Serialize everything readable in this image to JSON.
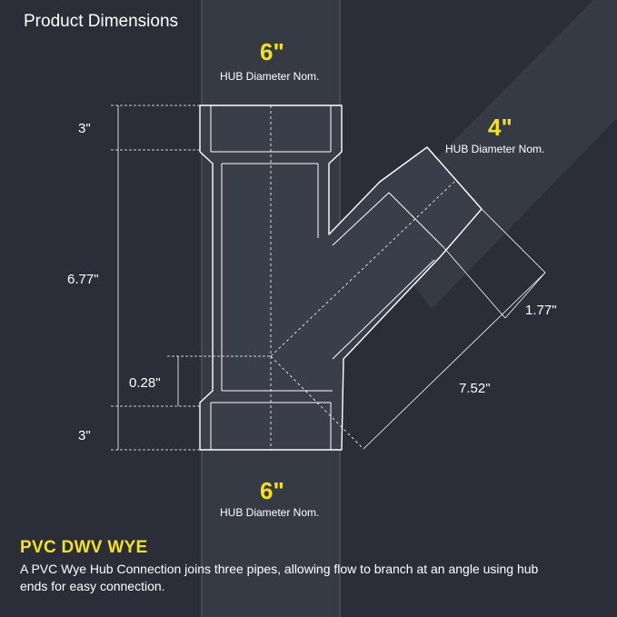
{
  "header": {
    "title": "Product Dimensions"
  },
  "hubs": {
    "top": {
      "size": "6\"",
      "label": "HUB Diameter Nom."
    },
    "branch": {
      "size": "4\"",
      "label": "HUB Diameter Nom."
    },
    "bottom": {
      "size": "6\"",
      "label": "HUB Diameter Nom."
    }
  },
  "dimensions": {
    "top_hub": "3\"",
    "body_length": "6.77\"",
    "offset": "0.28\"",
    "bottom_hub": "3\"",
    "branch_hub": "1.77\"",
    "branch_length": "7.52\""
  },
  "product": {
    "name": "PVC DWV WYE",
    "description": "A PVC Wye Hub Connection joins three pipes, allowing flow to branch at an angle using hub ends for easy connection."
  },
  "colors": {
    "background": "#2b2e38",
    "pipe": "#383c48",
    "line": "#ffffff",
    "accent": "#f4e21c"
  }
}
